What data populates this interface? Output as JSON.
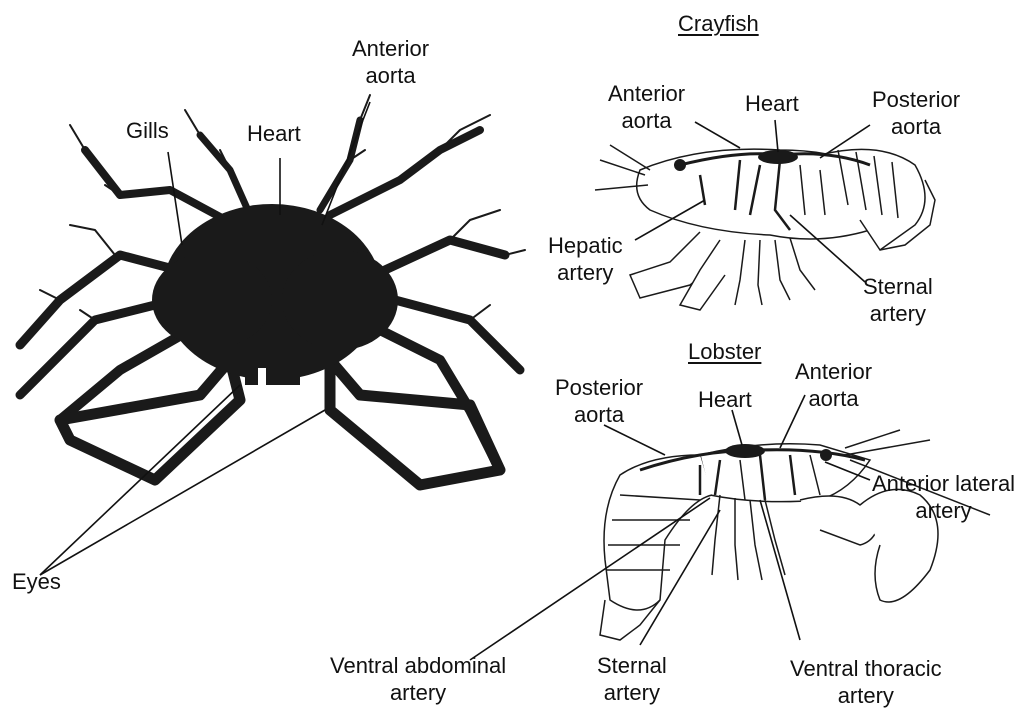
{
  "colors": {
    "ink": "#111111",
    "background": "#ffffff",
    "specimen": "#1a1a1a"
  },
  "crab": {
    "gills": "Gills",
    "heart": "Heart",
    "anterior_aorta": "Anterior\naorta",
    "eyes": "Eyes"
  },
  "crayfish": {
    "title": "Crayfish",
    "anterior_aorta": "Anterior\naorta",
    "heart": "Heart",
    "posterior_aorta": "Posterior\naorta",
    "hepatic_artery": "Hepatic\nartery",
    "sternal_artery": "Sternal\nartery"
  },
  "lobster": {
    "title": "Lobster",
    "posterior_aorta": "Posterior\naorta",
    "heart": "Heart",
    "anterior_aorta": "Anterior\naorta",
    "anterior_lateral_artery": "Anterior lateral\nartery",
    "ventral_abdominal_artery": "Ventral abdominal\nartery",
    "sternal_artery": "Sternal\nartery",
    "ventral_thoracic_artery": "Ventral thoracic\nartery"
  }
}
